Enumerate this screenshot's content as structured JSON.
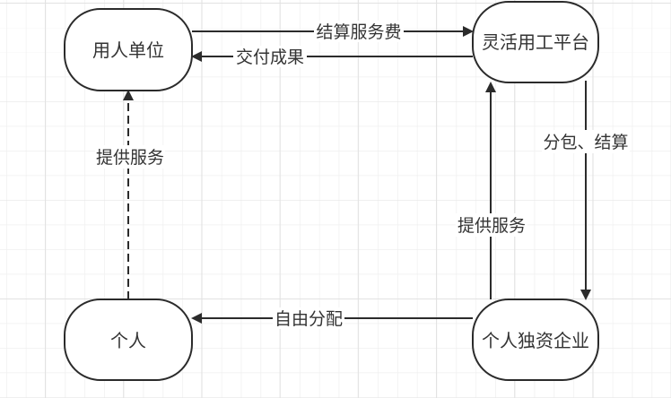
{
  "diagram": {
    "type": "flowchart",
    "canvas_background": "#ffffff",
    "grid": {
      "visible": true,
      "minor_color": "#efefef",
      "major_color": "#e3e3e3"
    },
    "colors": {
      "stroke": "#2b2b2b",
      "node_fill": "#ffffff",
      "text": "#333333"
    },
    "nodes": [
      {
        "id": "employer",
        "label": "用人单位"
      },
      {
        "id": "platform",
        "label": "灵活用工平台"
      },
      {
        "id": "individual",
        "label": "个人"
      },
      {
        "id": "sole_proprietorship",
        "label": "个人独资企业"
      }
    ],
    "edges": [
      {
        "id": "settle_fee",
        "from": "employer",
        "to": "platform",
        "label": "结算服务费",
        "style": "solid"
      },
      {
        "id": "deliver_results",
        "from": "platform",
        "to": "employer",
        "label": "交付成果",
        "style": "solid"
      },
      {
        "id": "subcontract_settle",
        "from": "platform",
        "to": "sole_proprietorship",
        "label": "分包、结算",
        "style": "solid"
      },
      {
        "id": "provide_service_right",
        "from": "sole_proprietorship",
        "to": "platform",
        "label": "提供服务",
        "style": "solid"
      },
      {
        "id": "free_distribution",
        "from": "sole_proprietorship",
        "to": "individual",
        "label": "自由分配",
        "style": "solid"
      },
      {
        "id": "provide_service_left",
        "from": "individual",
        "to": "employer",
        "label": "提供服务",
        "style": "dashed"
      }
    ]
  }
}
